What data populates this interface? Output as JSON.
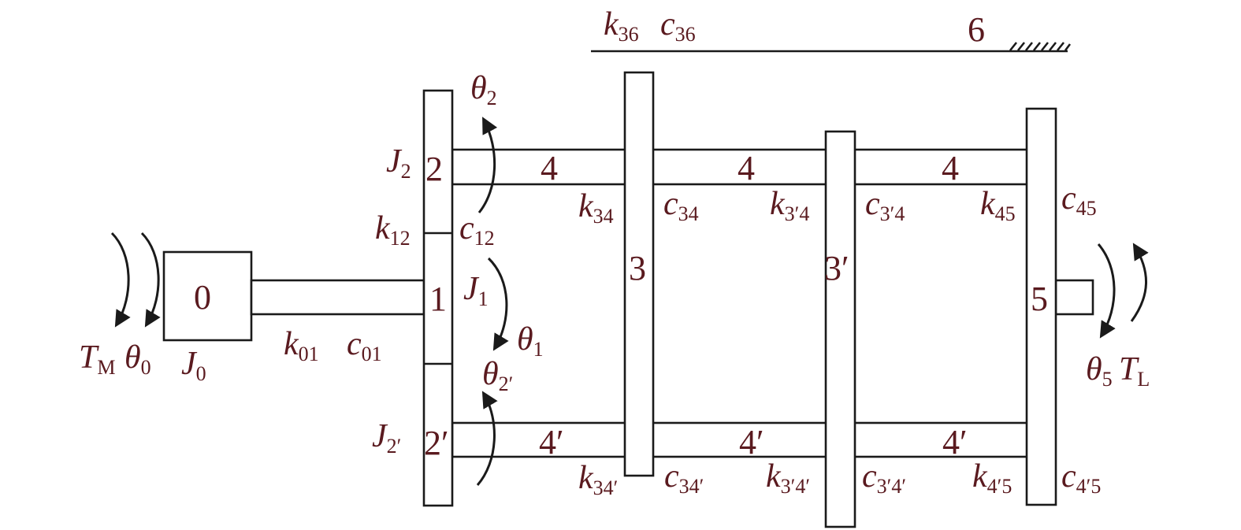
{
  "bodies": {
    "motor": "0",
    "sun_gear": "1",
    "planet_upper": "2",
    "planet_lower": "2′",
    "ring_gear_a": "3",
    "ring_gear_b": "3′",
    "carrier_upper": "4",
    "carrier_lower": "4′",
    "output": "5",
    "ground": "6"
  },
  "labels": {
    "J0": {
      "main": "J",
      "sub": "0"
    },
    "J1": {
      "main": "J",
      "sub": "1"
    },
    "J2": {
      "main": "J",
      "sub": "2"
    },
    "J2p": {
      "main": "J",
      "sub": "2′"
    },
    "TM": {
      "main": "T",
      "sub": "M"
    },
    "TL": {
      "main": "T",
      "sub": "L"
    },
    "theta0": {
      "main": "θ",
      "sub": "0"
    },
    "theta1": {
      "main": "θ",
      "sub": "1"
    },
    "theta2": {
      "main": "θ",
      "sub": "2"
    },
    "theta2p": {
      "main": "θ",
      "sub": "2′"
    },
    "theta5": {
      "main": "θ",
      "sub": "5"
    },
    "k01": {
      "main": "k",
      "sub": "01"
    },
    "c01": {
      "main": "c",
      "sub": "01"
    },
    "k12": {
      "main": "k",
      "sub": "12"
    },
    "c12": {
      "main": "c",
      "sub": "12"
    },
    "k34": {
      "main": "k",
      "sub": "34"
    },
    "c34": {
      "main": "c",
      "sub": "34"
    },
    "k3p4": {
      "main": "k",
      "sub": "3′4"
    },
    "c3p4": {
      "main": "c",
      "sub": "3′4"
    },
    "k45": {
      "main": "k",
      "sub": "45"
    },
    "c45": {
      "main": "c",
      "sub": "45"
    },
    "k34p": {
      "main": "k",
      "sub": "34′"
    },
    "c34p": {
      "main": "c",
      "sub": "34′"
    },
    "k3p4p": {
      "main": "k",
      "sub": "3′4′"
    },
    "c3p4p": {
      "main": "c",
      "sub": "3′4′"
    },
    "k4p5": {
      "main": "k",
      "sub": "4′5"
    },
    "c4p5": {
      "main": "c",
      "sub": "4′5"
    },
    "k36": {
      "main": "k",
      "sub": "36"
    },
    "c36": {
      "main": "c",
      "sub": "36"
    }
  },
  "colors": {
    "label": "#5a1a1f",
    "stroke": "#1a1a1a",
    "fill": "#ffffff"
  }
}
